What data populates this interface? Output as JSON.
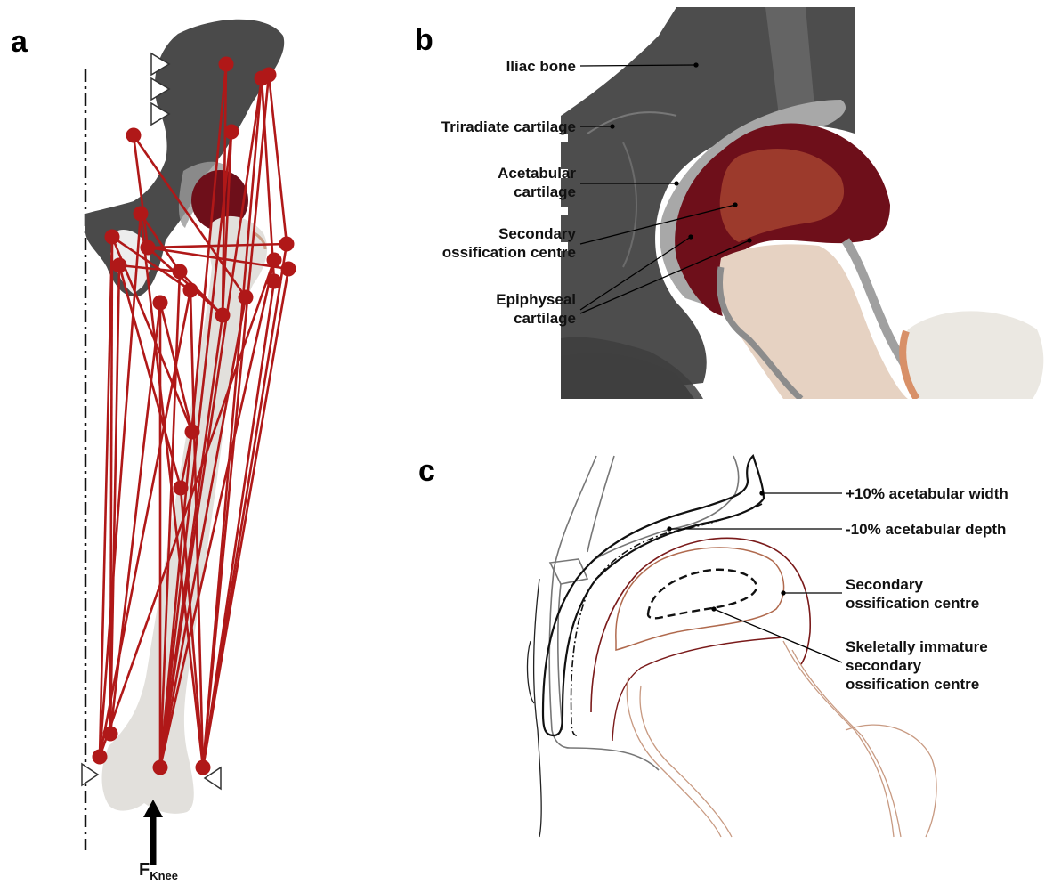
{
  "panels": {
    "a": {
      "letter": "a",
      "force_symbol": "F",
      "force_subscript": "Knee"
    },
    "b": {
      "letter": "b",
      "labels": {
        "iliac": "Iliac bone",
        "triradiate": "Triradiate cartilage",
        "acetabular_1": "Acetabular",
        "acetabular_2": "cartilage",
        "secondary_1": "Secondary",
        "secondary_2": "ossification centre",
        "epiphyseal_1": "Epiphyseal",
        "epiphyseal_2": "cartilage"
      }
    },
    "c": {
      "letter": "c",
      "labels": {
        "width": "+10% acetabular width",
        "depth": "-10% acetabular depth",
        "soc_1": "Secondary",
        "soc_2": "ossification centre",
        "imm_1": "Skeletally immature",
        "imm_2": "secondary",
        "imm_3": "ossification centre"
      }
    }
  },
  "colors": {
    "muscle": "#b01818",
    "bone_dark": "#4a4a4a",
    "femur": "#e2e0dc",
    "cartilage_dark": "#6e0f1a",
    "ossification": "#9c3a2c",
    "outline_red": "#7a1a1a",
    "outline_light": "#c89a82"
  }
}
